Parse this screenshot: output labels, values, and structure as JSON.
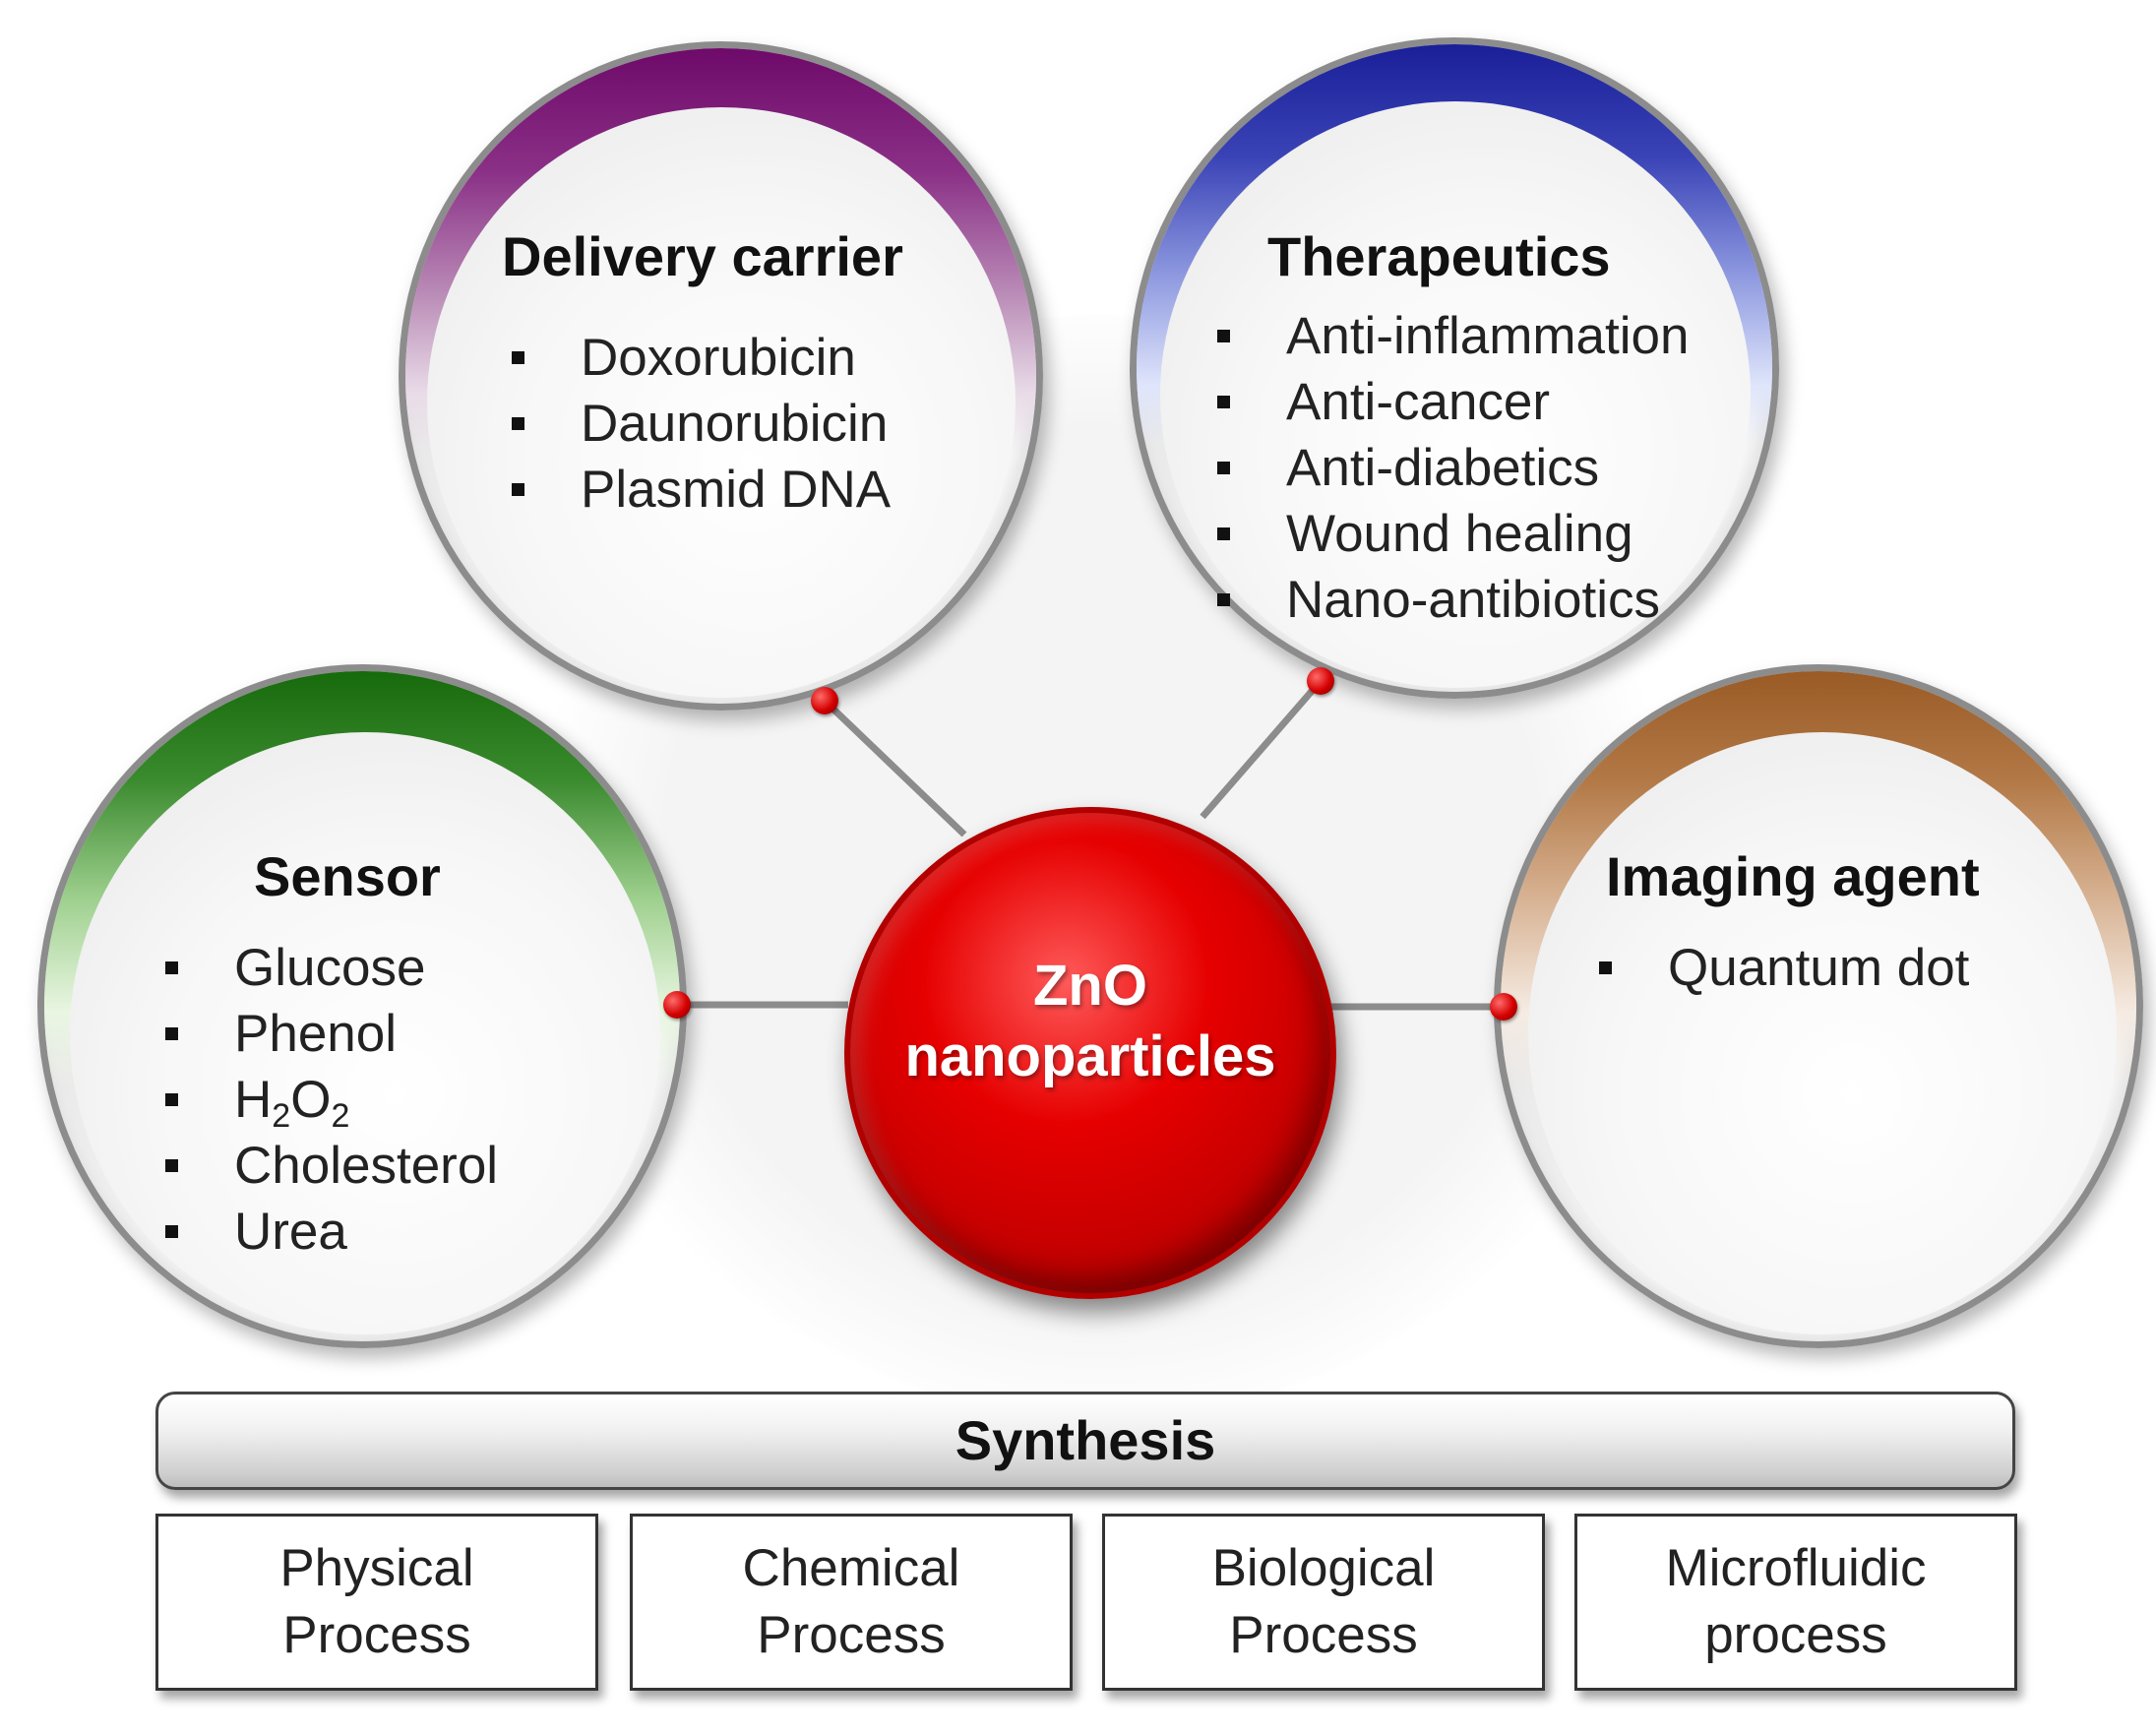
{
  "center": {
    "line1": "ZnO",
    "line2": "nanoparticles"
  },
  "nodes": {
    "delivery": {
      "title": "Delivery carrier",
      "color": "#7a0f74",
      "items": [
        "Doxorubicin",
        "Daunorubicin",
        "Plasmid DNA"
      ]
    },
    "therapeutics": {
      "title": "Therapeutics",
      "color": "#20259e",
      "items": [
        "Anti-inflammation",
        "Anti-cancer",
        "Anti-diabetics",
        "Wound healing",
        "Nano-antibiotics"
      ]
    },
    "sensor": {
      "title": "Sensor",
      "color": "#1f7a12",
      "items": [
        "Glucose",
        "Phenol",
        "H",
        "2",
        "O",
        "2",
        "Cholesterol",
        "Urea"
      ]
    },
    "imaging": {
      "title": "Imaging agent",
      "color": "#a0622e",
      "items": [
        "Quantum dot"
      ]
    }
  },
  "synthesis": {
    "title": "Synthesis",
    "processes": [
      "Physical\nProcess",
      "Chemical\nProcess",
      "Biological\nProcess",
      "Microfluidic\nprocess"
    ]
  },
  "colors": {
    "center_red": "#d40000",
    "connector_gray": "#8c8c8c",
    "border_gray": "#8c8c8c"
  }
}
